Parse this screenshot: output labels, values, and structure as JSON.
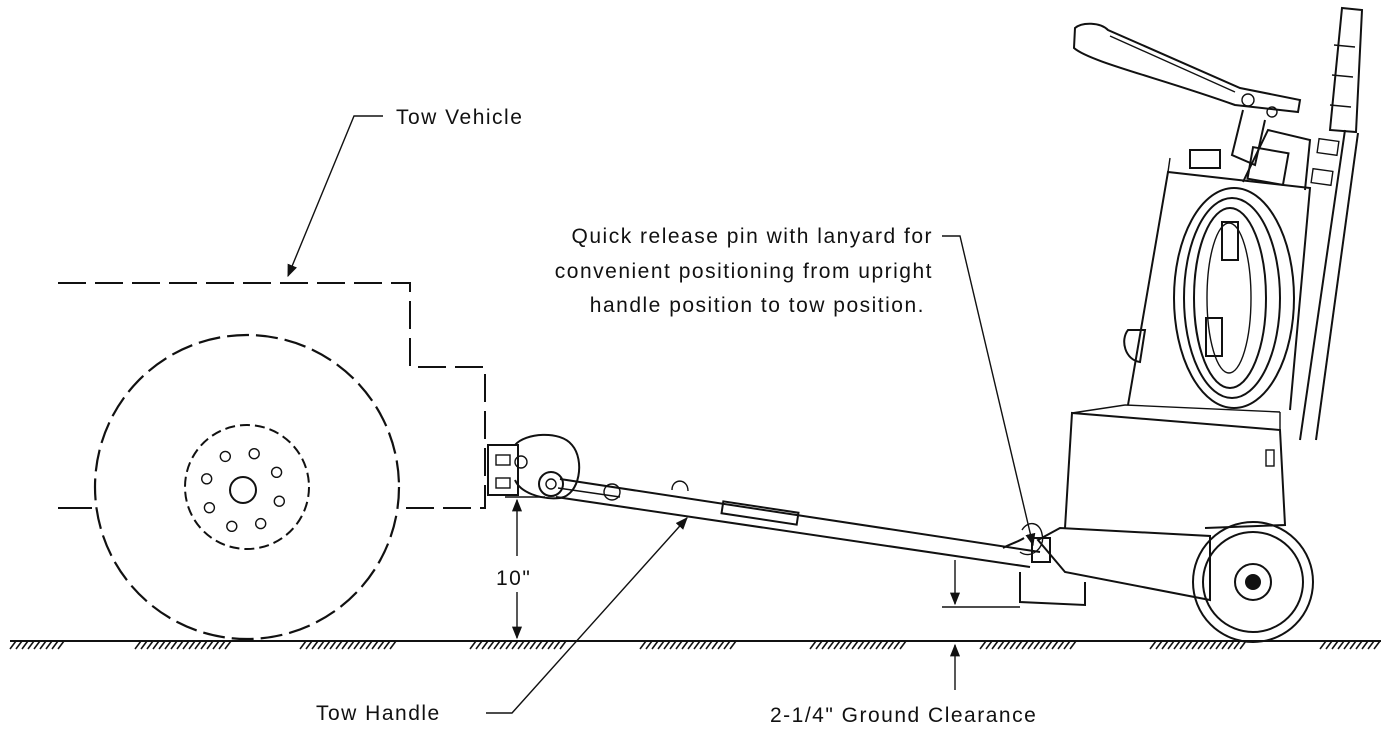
{
  "labels": {
    "tow_vehicle": "Tow Vehicle",
    "pin_note": [
      "Quick release pin with lanyard for",
      "convenient positioning from upright",
      "handle position to tow position."
    ],
    "height": "10\"",
    "tow_handle": "Tow Handle",
    "ground_clearance": "2-1/4\" Ground Clearance"
  }
}
